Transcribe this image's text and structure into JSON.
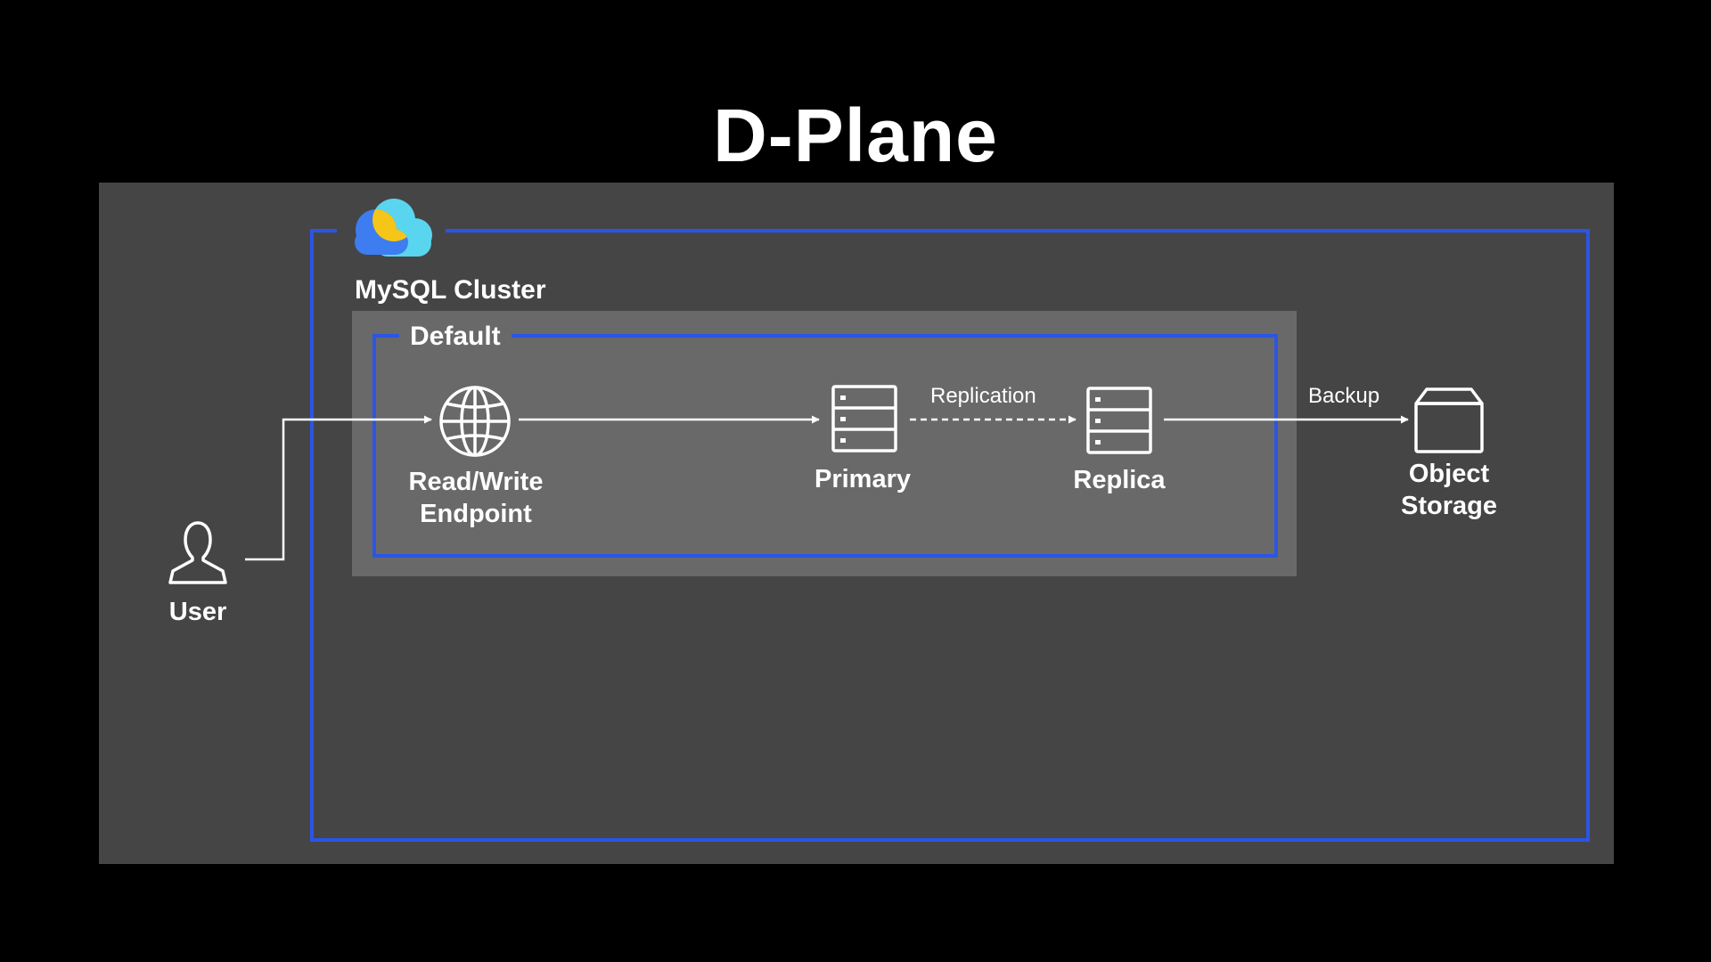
{
  "title": "D-Plane",
  "cluster": {
    "label": "MySQL Cluster",
    "icon": "cloud-icon"
  },
  "group": {
    "label": "Default"
  },
  "nodes": {
    "user": {
      "label": "User",
      "icon": "user-icon"
    },
    "endpoint": {
      "label_line1": "Read/Write",
      "label_line2": "Endpoint",
      "icon": "globe-icon"
    },
    "primary": {
      "label": "Primary",
      "icon": "server-icon"
    },
    "replica": {
      "label": "Replica",
      "icon": "server-icon"
    },
    "storage": {
      "label_line1": "Object",
      "label_line2": "Storage",
      "icon": "box-icon"
    }
  },
  "edges": {
    "replication": "Replication",
    "backup": "Backup"
  },
  "colors": {
    "background": "#000000",
    "panel": "#454545",
    "group_fill": "#696969",
    "frame_blue": "#2b55e6",
    "cloud_blue": "#3d7df0",
    "cloud_cyan": "#5ad5f0",
    "cloud_yellow": "#f5c518"
  }
}
